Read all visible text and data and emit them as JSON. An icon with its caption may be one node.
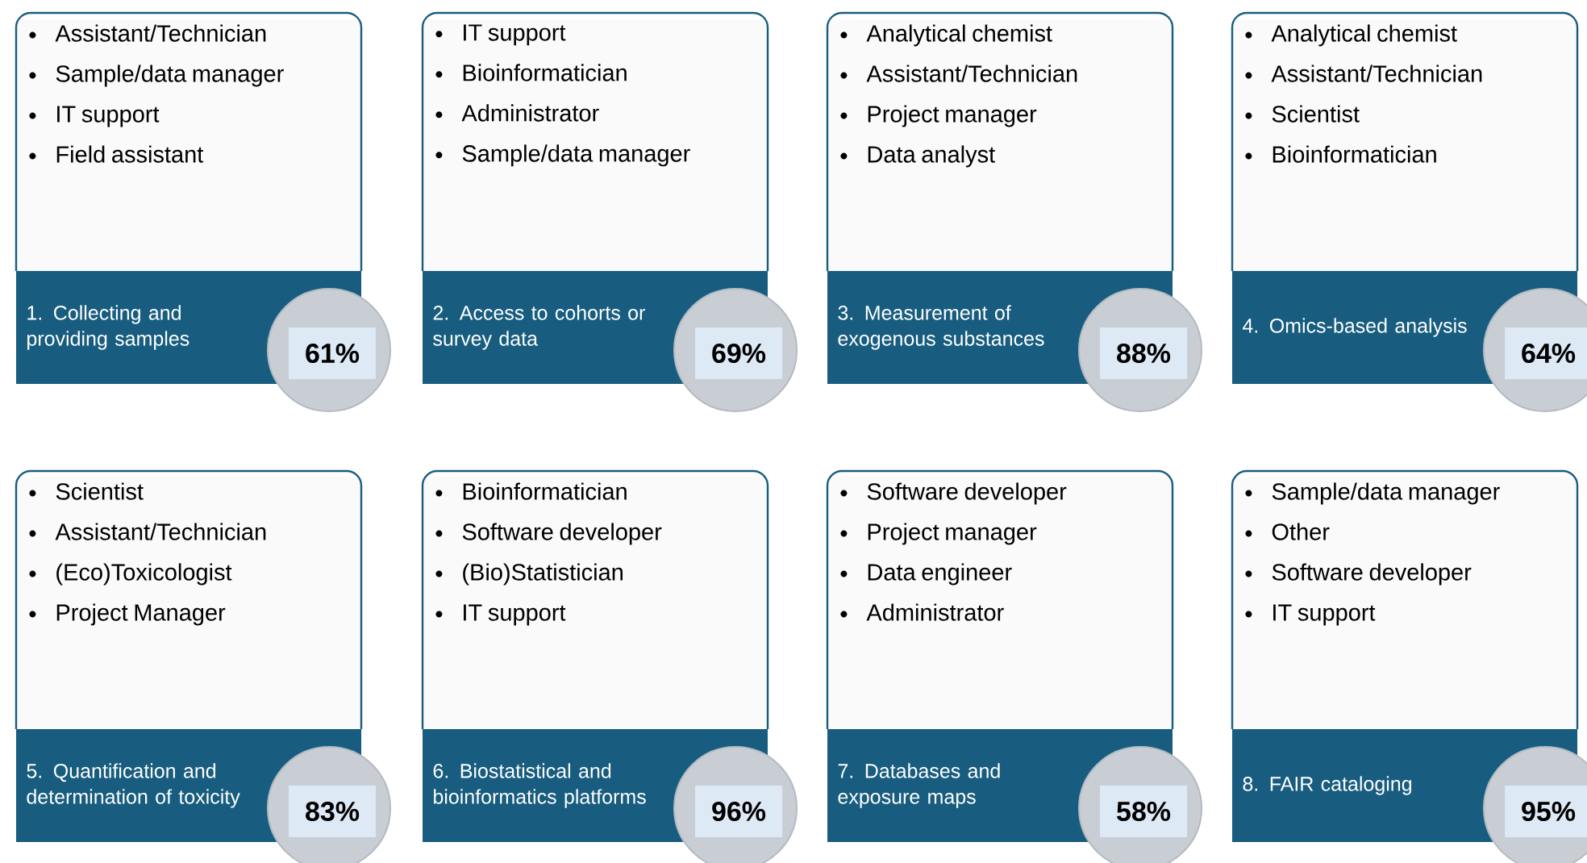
{
  "diagram": {
    "nodes": [
      {
        "text": [
          "Assistant/Technician",
          "Sample/data manager",
          "IT support",
          "Field assistant",
          "1. Collecting and providing samples"
        ]
      },
      {
        "text": [
          "61%"
        ]
      },
      {
        "text": [
          "IT support",
          "Bioinformatician",
          "Administrator",
          "Sample/data manager",
          "2. Access to cohorts or survey data"
        ]
      },
      {
        "text": [
          "69%"
        ]
      },
      {
        "text": [
          "Analytical chemist",
          "Assistant/Technician",
          "Project manager",
          "Data analyst",
          "3. Measurement of exogenous substances"
        ]
      },
      {
        "text": [
          "88%"
        ]
      },
      {
        "text": [
          "Analytical chemist",
          "Assistant/Technician",
          "Scientist",
          "Bioinformatician",
          "4. Omics-based analysis"
        ]
      },
      {
        "text": [
          "64%"
        ]
      },
      {
        "text": [
          "Scientist",
          "Assistant/Technician",
          "(Eco)Toxicologist",
          "Project Manager",
          "5. Quantification and determination of toxicity"
        ]
      },
      {
        "text": [
          "83%"
        ]
      },
      {
        "text": [
          "Bioinformatician",
          "Software developer",
          "(Bio)Statistician",
          "IT support",
          "6. Biostatistical and bioinformatics platforms"
        ]
      },
      {
        "text": [
          "96%"
        ]
      },
      {
        "text": [
          "Software developer",
          "Project manager",
          "Data engineer",
          "Administrator",
          "7. Databases and exposure maps"
        ]
      },
      {
        "text": [
          "58%"
        ]
      },
      {
        "text": [
          "Sample/data manager",
          "Other",
          "Software developer",
          "IT support",
          "8. FAIR cataloging"
        ]
      },
      {
        "text": [
          "95%"
        ]
      }
    ]
  }
}
